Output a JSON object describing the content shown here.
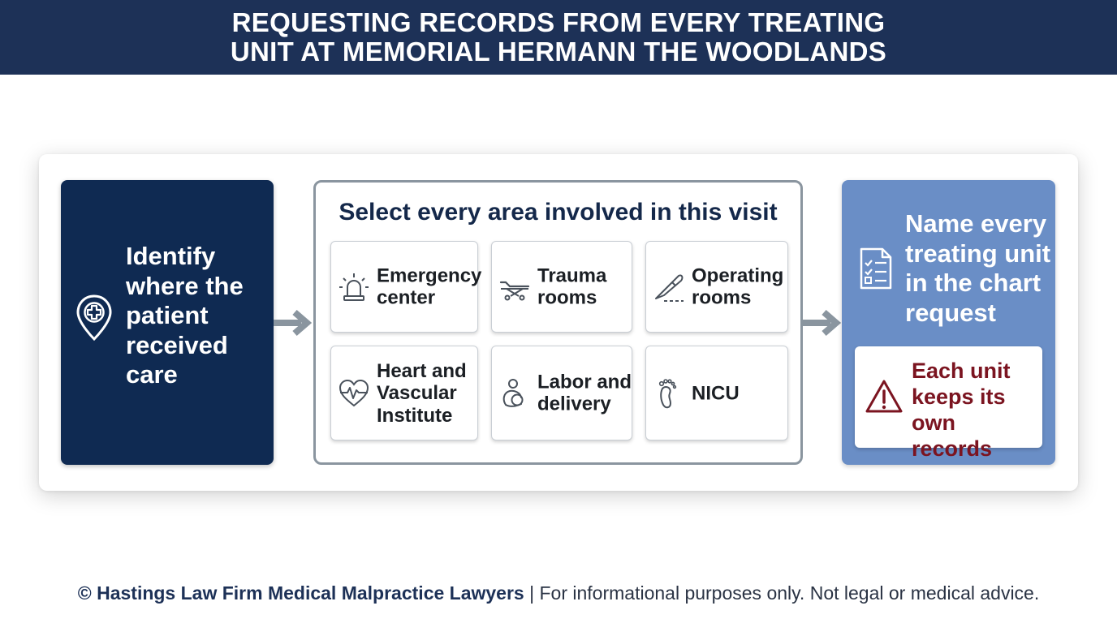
{
  "header": {
    "title_line1": "REQUESTING RECORDS FROM EVERY TREATING",
    "title_line2": "UNIT AT MEMORIAL HERMANN THE WOODLANDS"
  },
  "step1": {
    "label": "Identify where the patient received care",
    "icon": "location-pin-cross-icon",
    "color": "#0f2a52"
  },
  "areas": {
    "title": "Select every area involved in this visit",
    "cards": [
      {
        "label": "Emergency center",
        "icon": "siren-icon"
      },
      {
        "label": "Trauma rooms",
        "icon": "stretcher-icon"
      },
      {
        "label": "Operating rooms",
        "icon": "scalpel-icon"
      },
      {
        "label": "Heart and Vascular Institute",
        "icon": "heart-pulse-icon"
      },
      {
        "label": "Labor and delivery",
        "icon": "mother-baby-icon"
      },
      {
        "label": "NICU",
        "icon": "footprint-icon"
      }
    ]
  },
  "step3": {
    "label": "Name every treating unit in the chart request",
    "icon": "checklist-document-icon",
    "color": "#6a8ec6",
    "warning": {
      "label": "Each unit keeps its own records",
      "icon": "warning-triangle-icon",
      "color": "#7b1420"
    }
  },
  "footer": {
    "firm": "© Hastings Law Firm Medical Malpractice Lawyers",
    "separator": " | ",
    "disclaimer": "For informational purposes only. Not legal or medical advice."
  }
}
